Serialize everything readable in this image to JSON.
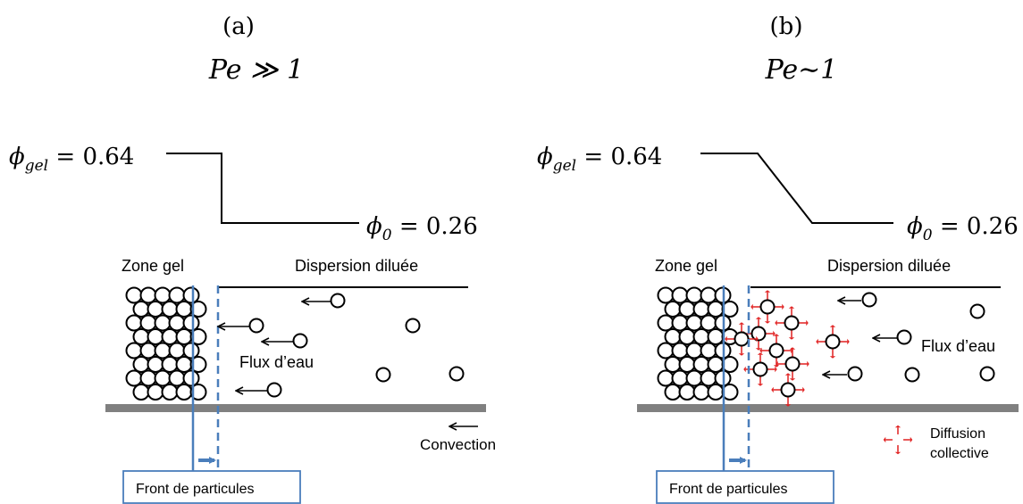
{
  "panel_a": {
    "tag": "(a)",
    "pe": "Pe ≫ 1",
    "phi_gel": {
      "symbol": "ϕ",
      "sub": "gel",
      "value": " = 0.64"
    },
    "phi_0": {
      "symbol": "ϕ",
      "sub": "0",
      "value": " = 0.26"
    },
    "zone_gel": "Zone gel",
    "dispersion": "Dispersion diluée",
    "flux": "Flux d’eau",
    "convection": "Convection",
    "front": "Front de particules"
  },
  "panel_b": {
    "tag": "(b)",
    "pe": "Pe∼1",
    "phi_gel": {
      "symbol": "ϕ",
      "sub": "gel",
      "value": " = 0.64"
    },
    "phi_0": {
      "symbol": "ϕ",
      "sub": "0",
      "value": " = 0.26"
    },
    "zone_gel": "Zone gel",
    "dispersion": "Dispersion diluée",
    "flux": "Flux d’eau",
    "diffusion_line1": "Diffusion",
    "diffusion_line2": "collective",
    "front": "Front de particules"
  },
  "colors": {
    "wall": "#808080",
    "front_line": "#4a7ebb",
    "diffusion_arrow": "#e02020",
    "ink": "#000000"
  }
}
